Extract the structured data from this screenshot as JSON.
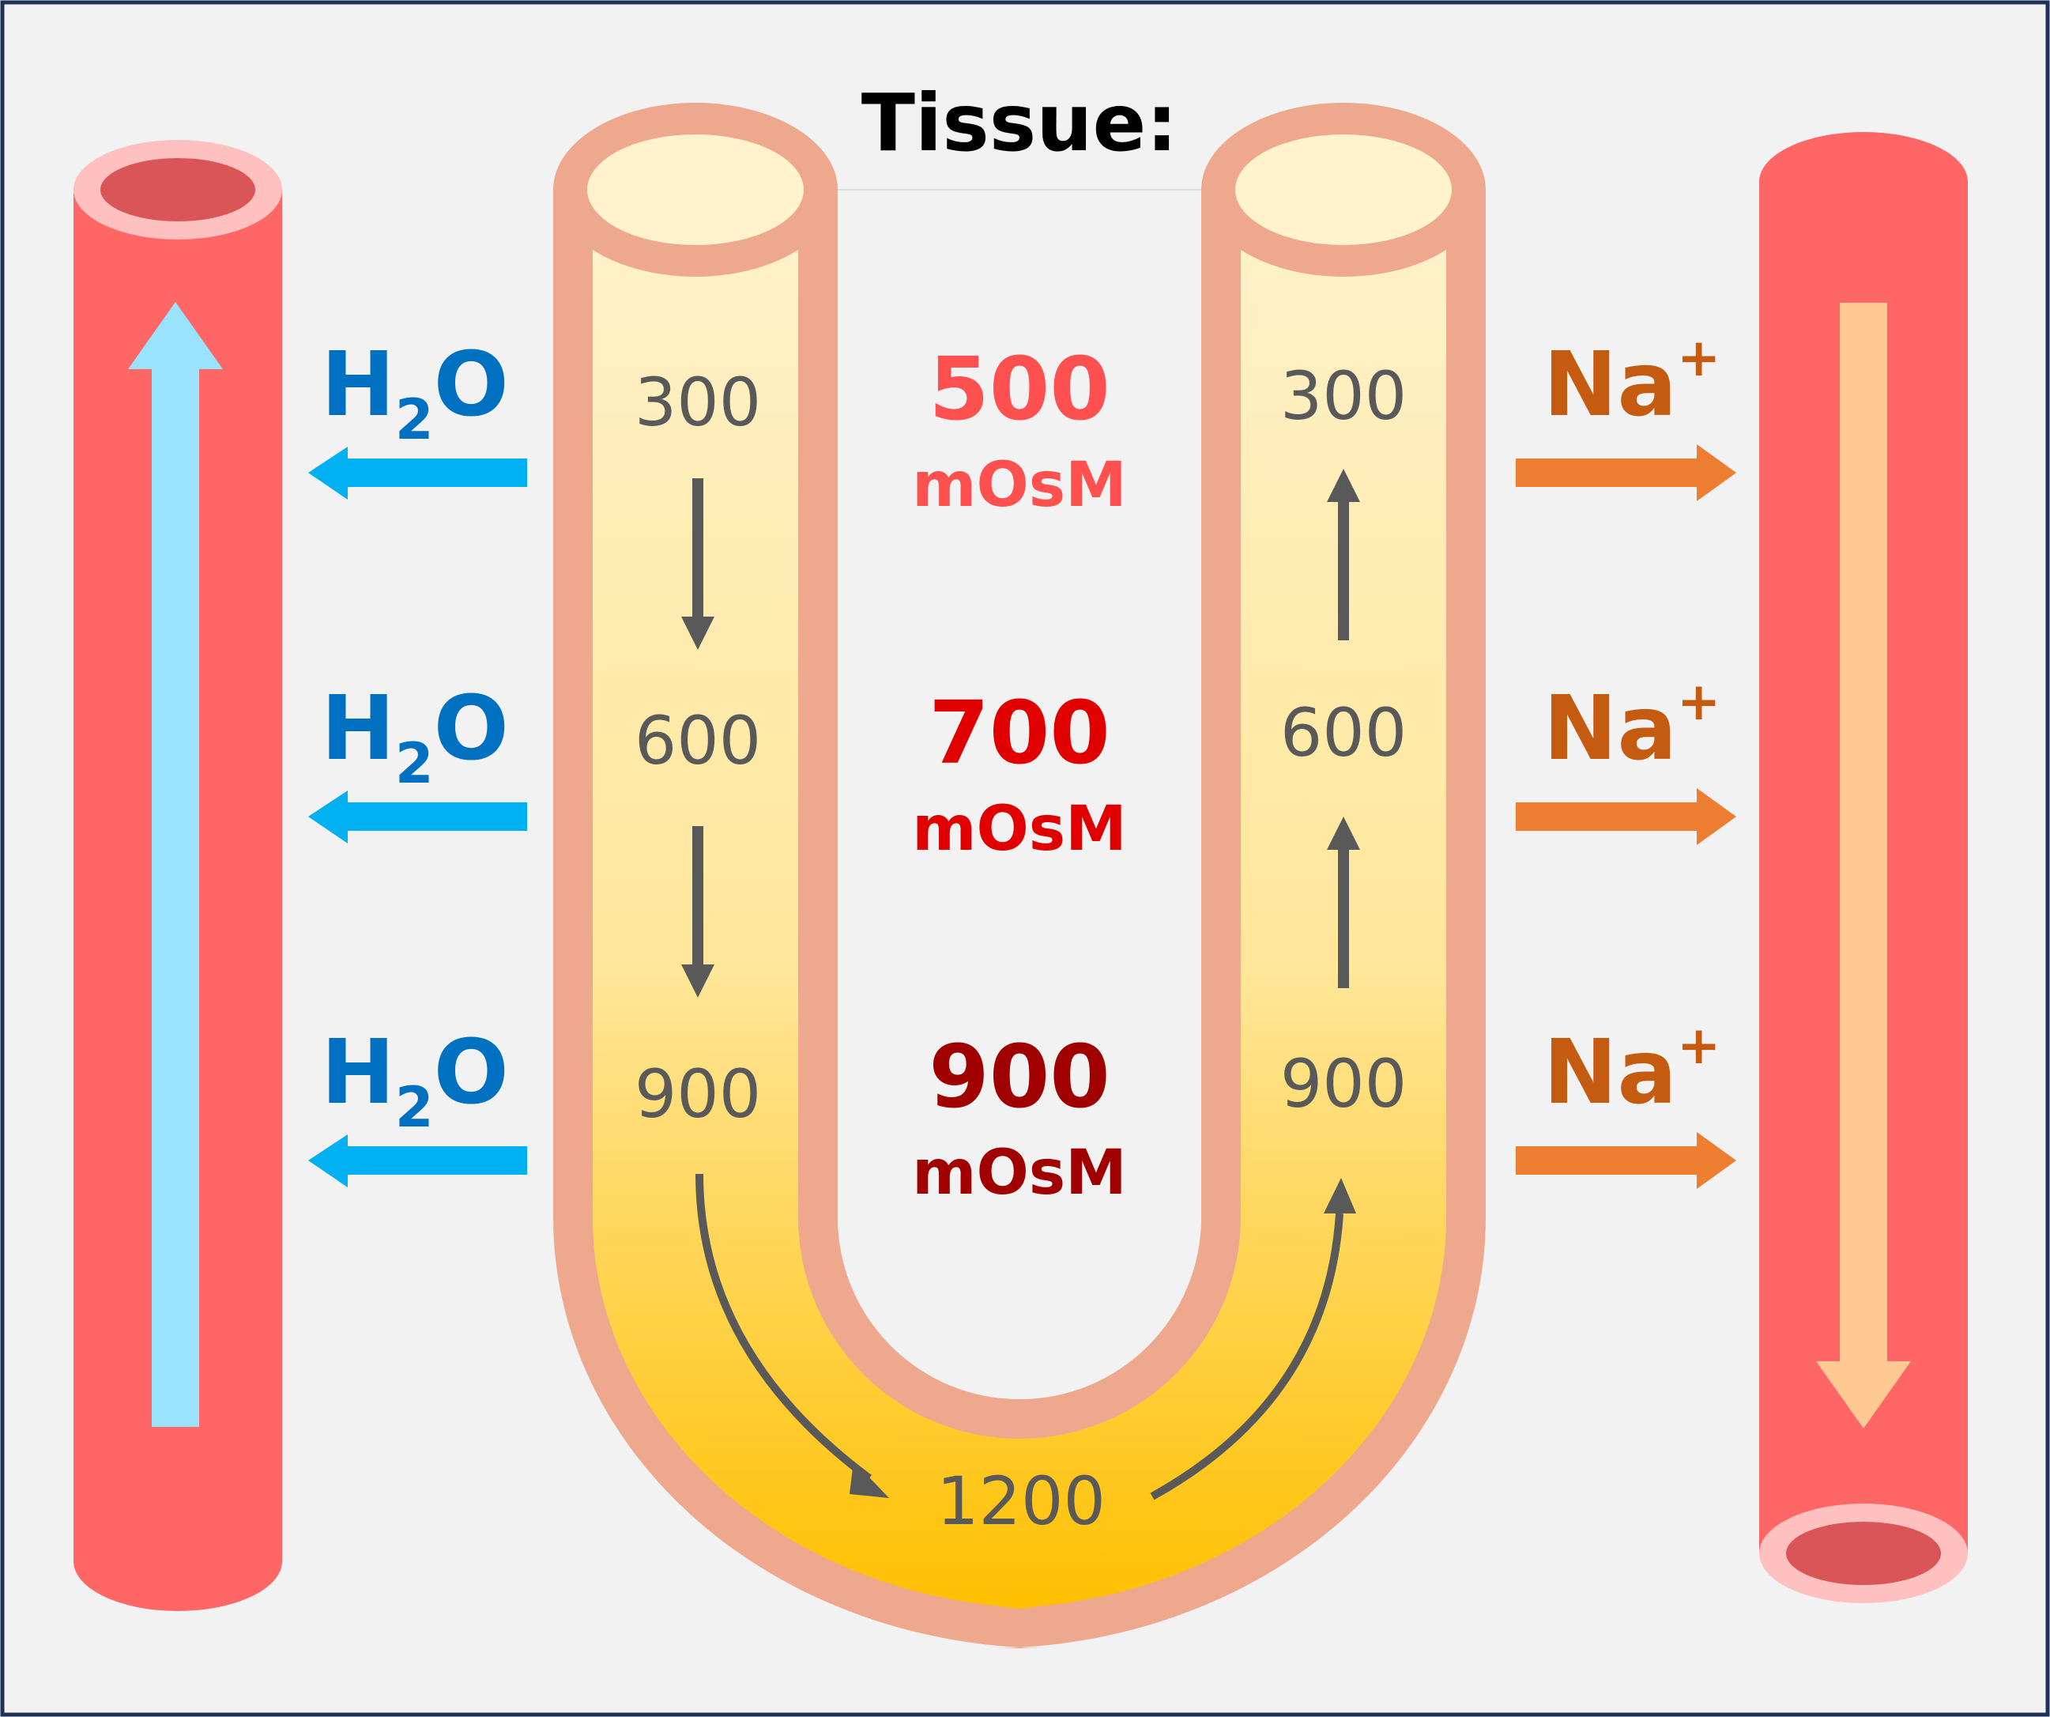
{
  "title": "Tissue:",
  "descending_limb": [
    "300",
    "600",
    "900"
  ],
  "ascending_limb": [
    "300",
    "600",
    "900"
  ],
  "bottom_value": "1200",
  "tissue": [
    {
      "value": "500",
      "unit": "mOsM",
      "color": "#ff5050"
    },
    {
      "value": "700",
      "unit": "mOsM",
      "color": "#e00000"
    },
    {
      "value": "900",
      "unit": "mOsM",
      "color": "#a00000"
    }
  ],
  "water": {
    "symbol": "H",
    "subscript": "2",
    "symbol2": "O",
    "color": "#0070c0",
    "arrow_color": "#00b0f0"
  },
  "sodium": {
    "symbol": "Na",
    "superscript": "+",
    "color": "#c55a11",
    "arrow_color": "#ed7d31"
  },
  "colors": {
    "vessel": "#ff6666",
    "vessel_rim": "#ffc0c0",
    "vessel_inner": "#d95557",
    "tubule_wall": "#eea88e",
    "tubule_fill_top": "#fff2cc",
    "tubule_fill_bottom": "#ffc000",
    "left_flow": "#99e3ff",
    "right_flow": "#ffc994",
    "background": "#f2f2f2",
    "border": "#1f2f57"
  }
}
